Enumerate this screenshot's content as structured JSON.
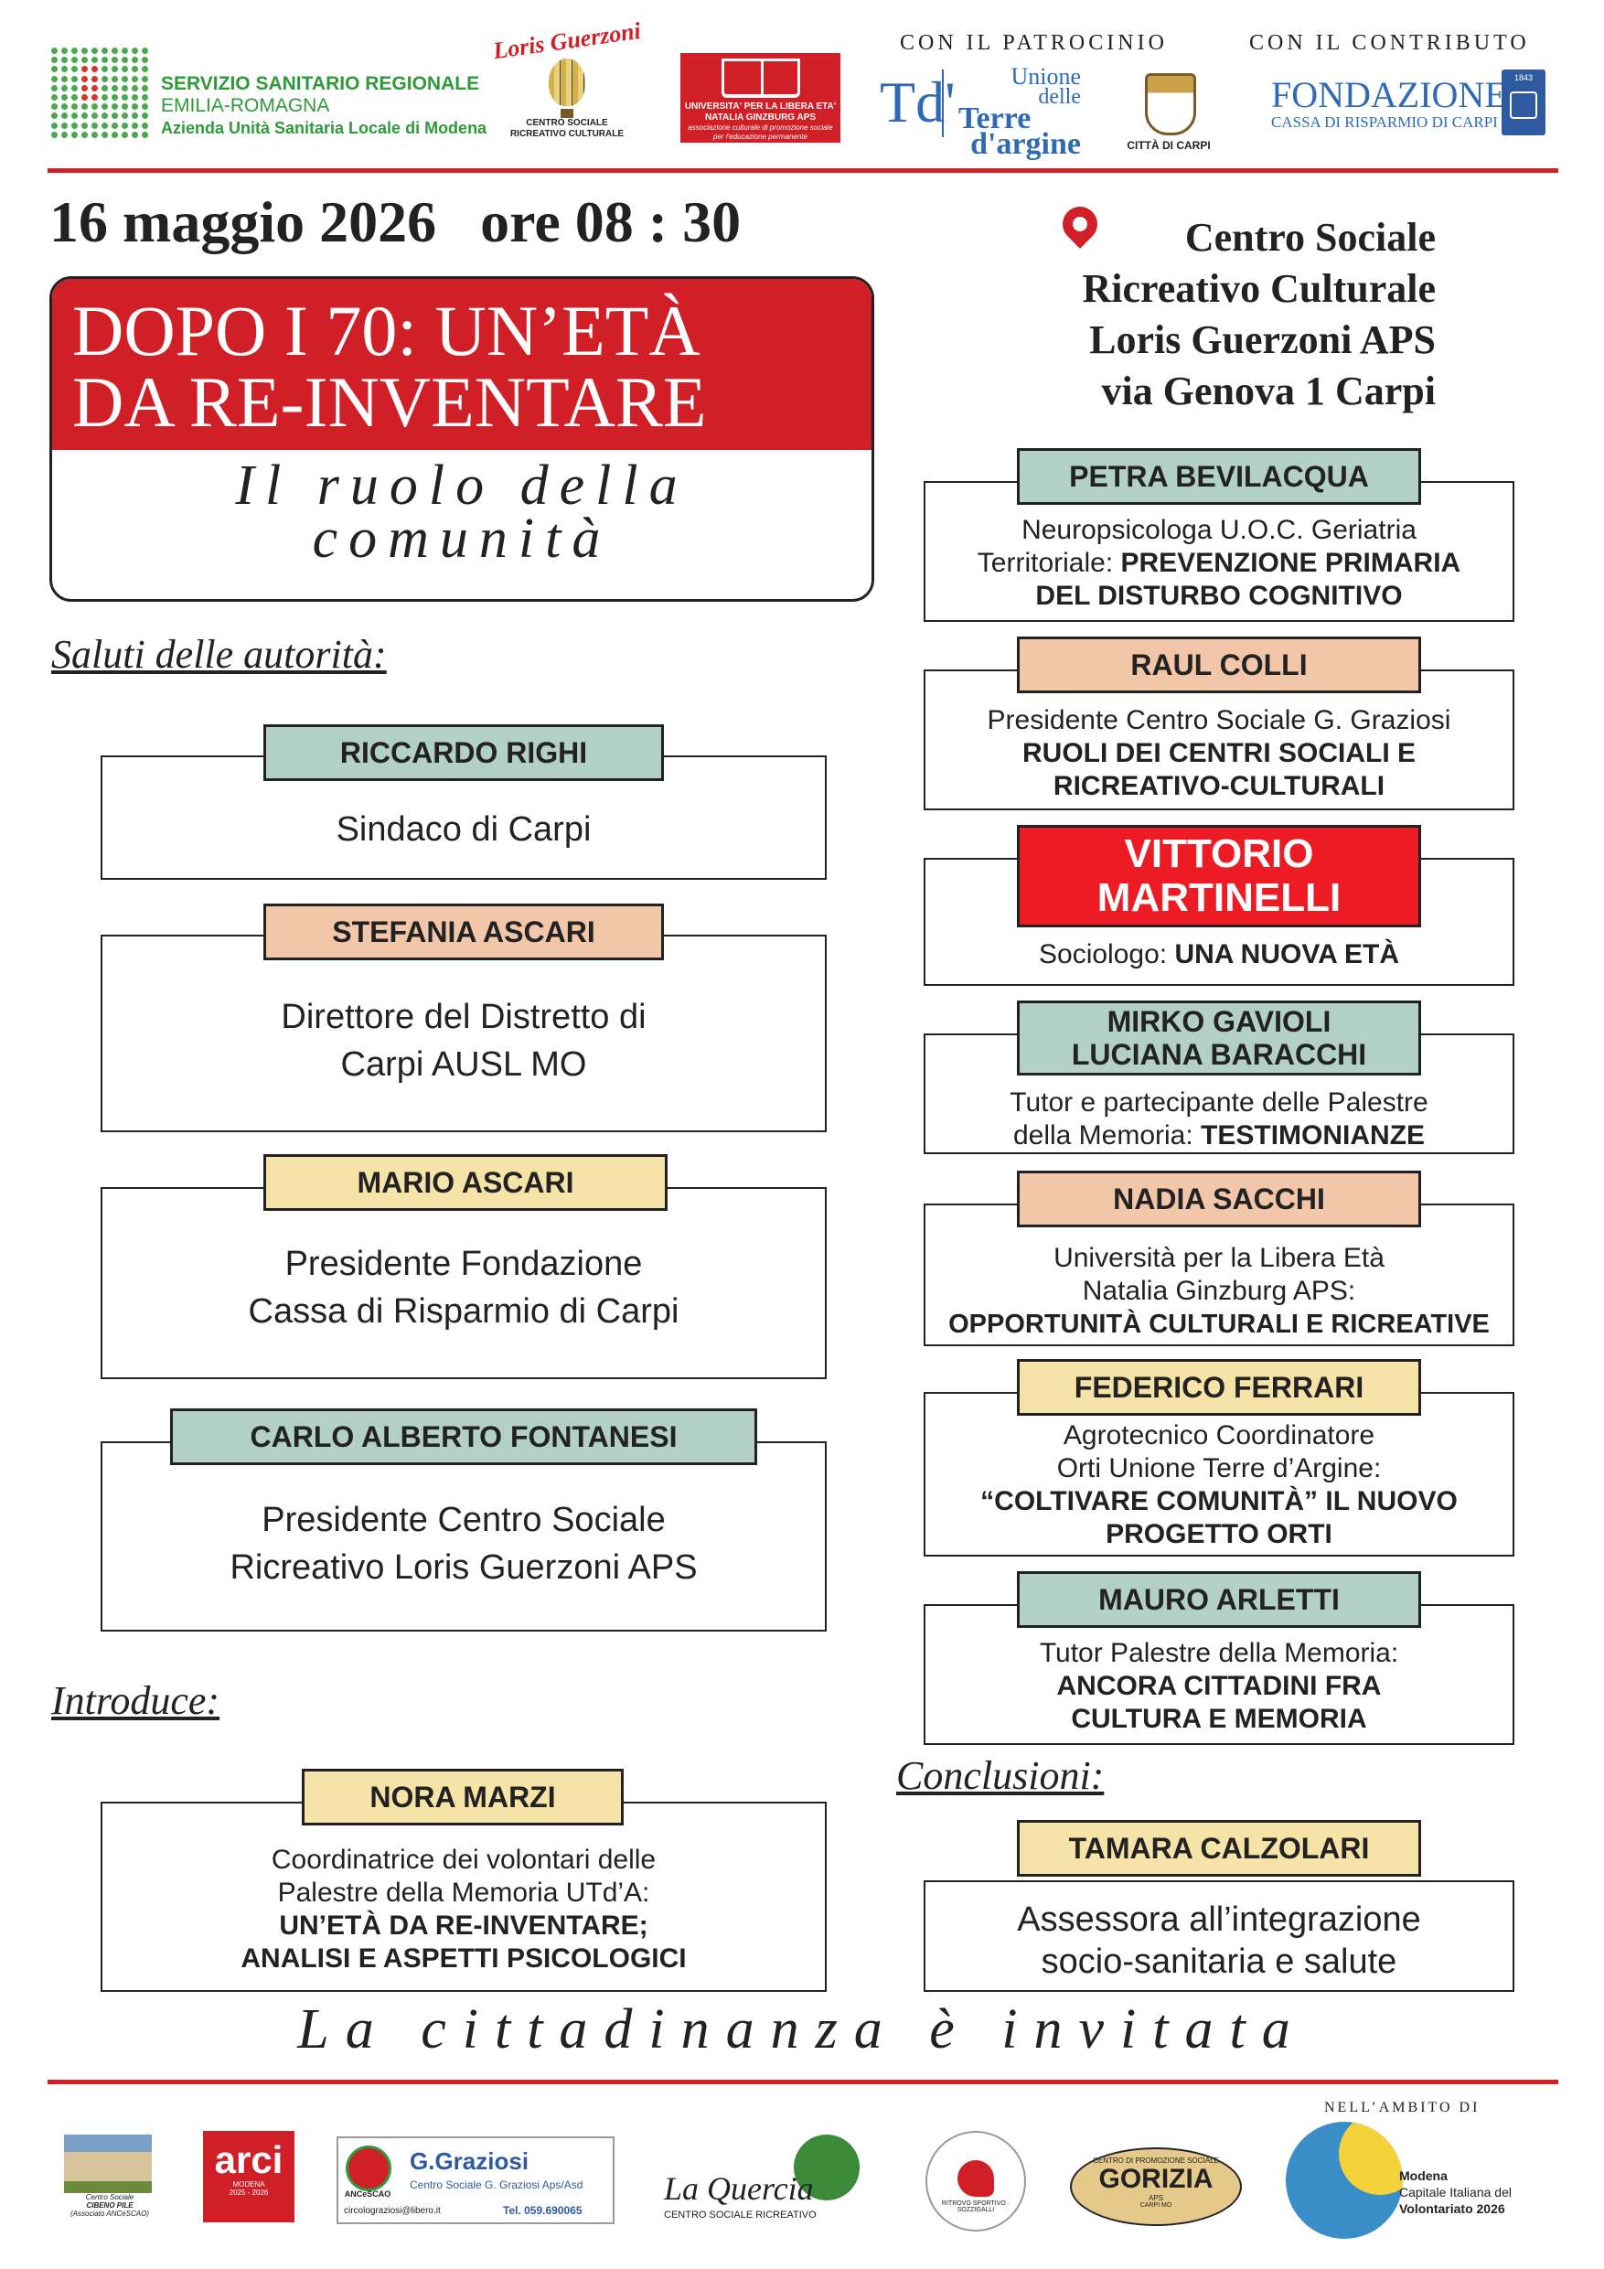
{
  "header": {
    "ssr": {
      "line1": "SERVIZIO SANITARIO REGIONALE",
      "line2": "EMILIA-ROMAGNA",
      "line3": "Azienda Unità Sanitaria Locale di Modena"
    },
    "guerzoni": {
      "name": "Loris Guerzoni",
      "sub1": "CENTRO SOCIALE",
      "sub2": "RICREATIVO CULTURALE"
    },
    "ule": {
      "line1": "UNIVERSITA' PER LA LIBERA ETA'",
      "line2": "NATALIA GINZBURG APS",
      "line3": "associazione culturale di promozione sociale",
      "line4": "per l'educazione permanente"
    },
    "patrocinio_label": "CON IL PATROCINIO",
    "contributo_label": "CON IL CONTRIBUTO",
    "terre": {
      "mark": "Td'",
      "line1": "Unione",
      "line2": "delle",
      "line3": "Terre",
      "line4": "d'argine"
    },
    "carpi": "CITTÀ DI CARPI",
    "fondazione": {
      "line1": "FONDAZIONE",
      "line2": "CASSA DI RISPARMIO DI CARPI",
      "badge": "1843"
    }
  },
  "event": {
    "date": "16 maggio 2026",
    "time_label": "ore",
    "time": "08 : 30",
    "title_line1": "DOPO I 70: UN’ETÀ",
    "title_line2": "DA RE-INVENTARE",
    "subtitle_line1": "Il ruolo della",
    "subtitle_line2": "comunità",
    "venue_line1": "Centro Sociale",
    "venue_line2": "Ricreativo Culturale",
    "venue_line3": "Loris Guerzoni APS",
    "venue_line4": "via Genova 1 Carpi"
  },
  "sections": {
    "saluti": "Saluti delle autorità:",
    "introduce": "Introduce:",
    "conclusioni": "Conclusioni:"
  },
  "left_speakers": [
    {
      "name": "RICCARDO RIGHI",
      "line1": "Sindaco di Carpi"
    },
    {
      "name": "STEFANIA ASCARI",
      "line1": "Direttore del Distretto di",
      "line2": "Carpi AUSL MO"
    },
    {
      "name": "MARIO ASCARI",
      "line1": "Presidente Fondazione",
      "line2": "Cassa di Risparmio di Carpi"
    },
    {
      "name": "CARLO ALBERTO FONTANESI",
      "line1": "Presidente Centro Sociale",
      "line2": "Ricreativo Loris Guerzoni APS"
    }
  ],
  "introducer": {
    "name": "NORA MARZI",
    "line1": "Coordinatrice dei volontari delle",
    "line2": "Palestre della Memoria UTd’A:",
    "line3": "UN’ETÀ DA RE-INVENTARE;",
    "line4": "ANALISI E ASPETTI PSICOLOGICI"
  },
  "right_speakers": [
    {
      "name": "PETRA BEVILACQUA",
      "line1": "Neuropsicologa U.O.C. Geriatria",
      "line2a": "Territoriale: ",
      "line2b": "PREVENZIONE PRIMARIA",
      "line3": "DEL DISTURBO COGNITIVO"
    },
    {
      "name": "RAUL COLLI",
      "line1": "Presidente Centro Sociale G. Graziosi",
      "line2": "RUOLI DEI CENTRI SOCIALI E",
      "line3": "RICREATIVO-CULTURALI"
    },
    {
      "name1": "VITTORIO",
      "name2": "MARTINELLI",
      "line1a": "Sociologo: ",
      "line1b": "UNA NUOVA ETÀ"
    },
    {
      "name1": "MIRKO GAVIOLI",
      "name2": "LUCIANA BARACCHI",
      "line1": "Tutor e partecipante delle Palestre",
      "line2a": "della Memoria: ",
      "line2b": "TESTIMONIANZE"
    },
    {
      "name": "NADIA SACCHI",
      "line1": "Università per la Libera Età",
      "line2": "Natalia Ginzburg APS:",
      "line3": "OPPORTUNITÀ CULTURALI E RICREATIVE"
    },
    {
      "name": "FEDERICO FERRARI",
      "line1": "Agrotecnico Coordinatore",
      "line2": "Orti Unione Terre d’Argine:",
      "line3": "“COLTIVARE COMUNITÀ” IL NUOVO",
      "line4": "PROGETTO ORTI"
    },
    {
      "name": "MAURO ARLETTI",
      "line1": "Tutor Palestre della Memoria:",
      "line2": "ANCORA CITTADINI FRA",
      "line3": "CULTURA E MEMORIA"
    }
  ],
  "conclusion": {
    "name": "TAMARA CALZOLARI",
    "line1": "Assessora all’integrazione",
    "line2": "socio-sanitaria e salute"
  },
  "invite": "La cittadinanza è invitata",
  "footer": {
    "cibeno": {
      "line1": "Centro Sociale",
      "line2": "CIBENO PILE",
      "line3": "(Associato ANCeSCAO)"
    },
    "arci": {
      "name": "arci",
      "sub1": "MODENA",
      "sub2": "2025 - 2026"
    },
    "graziosi": {
      "left": "ANCeSCAO",
      "right": "G.Graziosi",
      "line1": "Centro Sociale G. Graziosi Aps/Asd",
      "email": "circolograziosi@libero.it",
      "tel": "Tel. 059.690065"
    },
    "quercia": {
      "name": "La Quercia",
      "sub": "CENTRO SOCIALE RICREATIVO"
    },
    "gallo": "RITROVO SPORTIVO · SOZZIGALLI",
    "gorizia": {
      "top": "CENTRO DI PROMOZIONE SOCIALE",
      "name": "GORIZIA",
      "aps": "APS",
      "bottom": "CARPI  MO"
    },
    "ambito": "NELL’AMBITO DI",
    "modena": {
      "line1": "Modena",
      "line2": "Capitale Italiana del",
      "line3": "Volontariato 2026"
    }
  },
  "colors": {
    "red": "#d01f26",
    "teal": "#b3d0c6",
    "peach": "#f2c6a8",
    "yellow": "#f6e3a7",
    "green": "#2f9a3a",
    "blue": "#2f6bb5"
  }
}
